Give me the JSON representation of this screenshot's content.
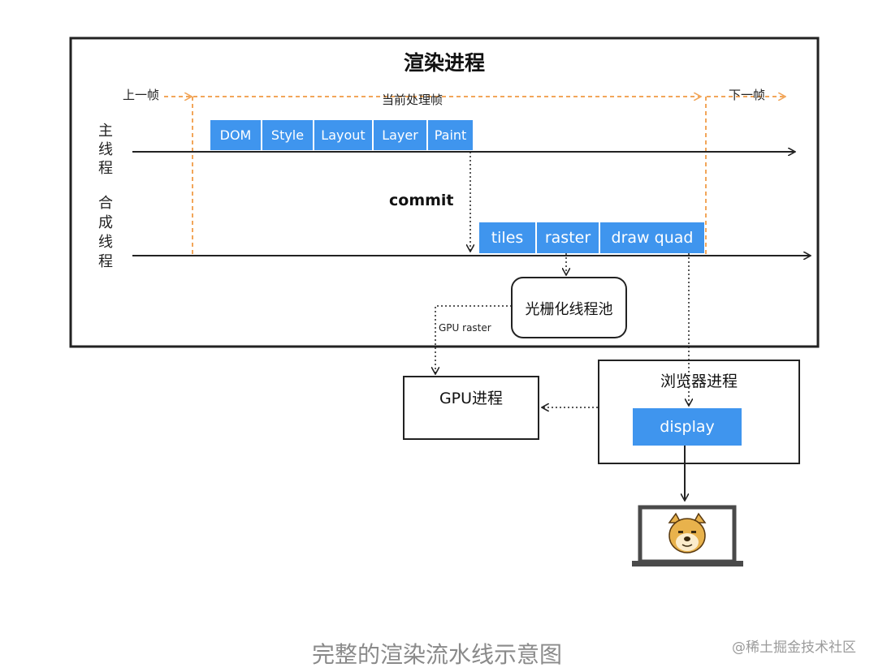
{
  "title": "渲染进程",
  "frames": {
    "prev": "上一帧",
    "current": "当前处理帧",
    "next": "下一帧"
  },
  "threads": {
    "main": "主\n线\n程",
    "compositor": "合\n成\n线\n程"
  },
  "main_stages": [
    "DOM",
    "Style",
    "Layout",
    "Layer",
    "Paint"
  ],
  "commit_label": "commit",
  "compositor_stages": [
    "tiles",
    "raster",
    "draw quad"
  ],
  "raster_pool": "光栅化线程池",
  "gpu_raster_label": "GPU raster",
  "gpu_process": "GPU进程",
  "browser_process": "浏览器进程",
  "display_label": "display",
  "monitor_icon": "monitor-with-doge-icon",
  "caption": "完整的渲染流水线示意图",
  "watermark": "@稀土掘金技术社区",
  "colors": {
    "stage_blue": "#3f95ee",
    "frame_orange": "#f2a65a",
    "line": "#222222"
  }
}
